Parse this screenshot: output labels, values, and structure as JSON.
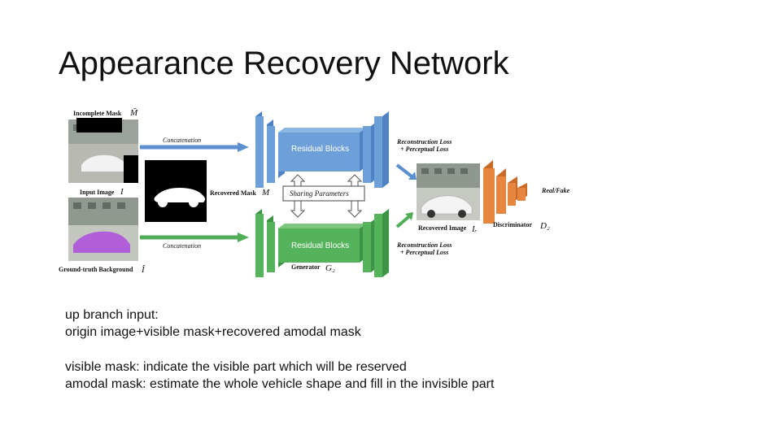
{
  "title": "Appearance Recovery Network",
  "figure": {
    "incomplete_mask_label": "Incomplete Mask",
    "incomplete_mask_symbol": "M̃",
    "input_image_label": "Input Image",
    "input_image_symbol": "I",
    "gt_background_label": "Ground-truth Background",
    "gt_background_symbol": "Î",
    "concatenation_top": "Concatenation",
    "concatenation_bottom": "Concatenation",
    "recovered_mask_label": "Recovered Mask",
    "recovered_mask_symbol": "M",
    "residual_blocks_top": "Residual Blocks",
    "residual_blocks_bottom": "Residual Blocks",
    "sharing_parameters": "Sharing Parameters",
    "generator_label": "Generator",
    "generator_symbol": "G₂",
    "recon_loss_top_1": "Reconstruction Loss",
    "recon_loss_top_2": "+ Perceptual Loss",
    "recon_loss_bottom_1": "Reconstruction Loss",
    "recon_loss_bottom_2": "+ Perceptual Loss",
    "recovered_image_label": "Recovered Image",
    "recovered_image_symbol": "Iᵣ",
    "discriminator_label": "Discriminator",
    "discriminator_symbol": "D₂",
    "real_fake": "Real/Fake",
    "colors": {
      "blue_block": "#6d9fd8",
      "green_block": "#55b35b",
      "orange_block": "#e8863f",
      "arrow_blue": "#5b8fd0",
      "arrow_green": "#4fae55"
    }
  },
  "notes": {
    "line1": "up branch input:",
    "line2": "origin image+visible mask+recovered amodal mask",
    "line3": "visible mask: indicate the visible part which will be reserved",
    "line4": "amodal mask: estimate the whole vehicle shape and fill in the invisible part"
  }
}
